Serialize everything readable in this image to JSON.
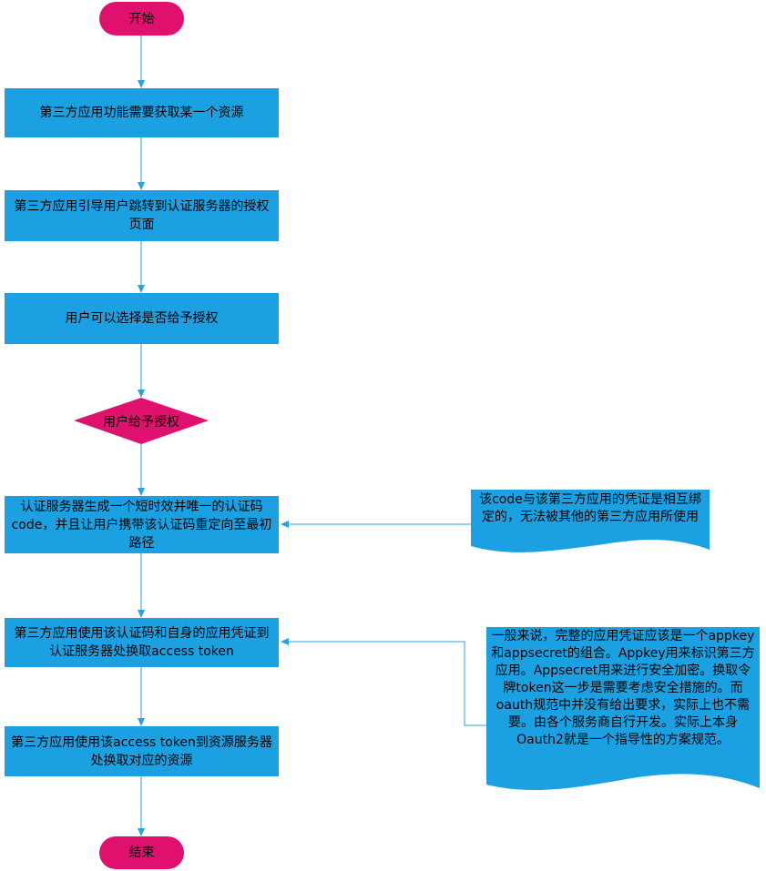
{
  "colors": {
    "process": "#1ba1e2",
    "terminal": "#e0106e",
    "connector": "#29a3dd"
  },
  "nodes": {
    "start": "开始",
    "step1": "第三方应用功能需要获取某一个资源",
    "step2": "第三方应用引导用户跳转到认证服务器的授权页面",
    "step3": "用户可以选择是否给予授权",
    "decision": "用户给予授权",
    "step4": "认证服务器生成一个短时效并唯一的认证码code，并且让用户携带该认证码重定向至最初路径",
    "step5": "第三方应用使用该认证码和自身的应用凭证到认证服务器处换取access token",
    "step6": "第三方应用使用该access token到资源服务器处换取对应的资源",
    "end": "结束"
  },
  "notes": {
    "note1": "该code与该第三方应用的凭证是相互绑定的，无法被其他的第三方应用所使用",
    "note2": "一般来说，完整的应用凭证应该是一个appkey和appsecret的组合。Appkey用来标识第三方应用。Appsecret用来进行安全加密。换取令牌token这一步是需要考虑安全措施的。而oauth规范中并没有给出要求，实际上也不需要。由各个服务商自行开发。实际上本身Oauth2就是一个指导性的方案规范。"
  }
}
